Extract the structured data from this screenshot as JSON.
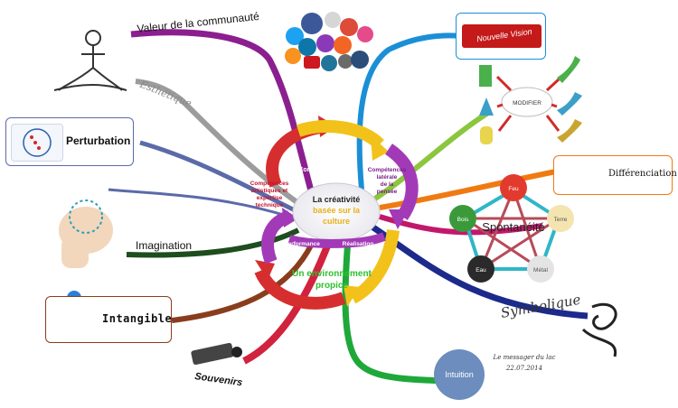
{
  "center": {
    "title_line1": "La créativité",
    "title_line2": "basée sur la",
    "title_line3": "culture",
    "inner_labels": {
      "connaissances": "Connaissances",
      "competences_artistiques": [
        "Compétences",
        "artistiques et",
        "expertise",
        "technique"
      ],
      "competences_laterale": [
        "Compétences",
        "latérale",
        "de la",
        "pensée"
      ],
      "performance": "Performance",
      "realisation": "Réalisation",
      "environnement": [
        "Un environnement",
        "propice"
      ]
    }
  },
  "branches": {
    "valeur": "Valeur de la communauté",
    "esthetique": "Esthétique",
    "perturbation": "Perturbation",
    "imagination": "Imagination",
    "intangible": "Intangible",
    "souvenirs": "Souvenirs",
    "intuition": "Intuition",
    "symbolique": "Symbolique",
    "spontaneite": "Spontanéité",
    "differenciation": "Différenciation",
    "nouvelle_vision": "Nouvelle Vision",
    "modifier": "MODIFIER"
  },
  "elements": [
    "Feu",
    "Terre",
    "Métal",
    "Eau",
    "Bois"
  ],
  "signature": {
    "line1": "Le messager du lac",
    "line2": "22.07.2014"
  },
  "colors": {
    "purple": "#8b1f8f",
    "gray": "#9c9c9c",
    "slate": "#5b6aa8",
    "darkgreen": "#1e4d1e",
    "brown": "#8a3d1c",
    "red": "#d1223e",
    "green": "#1fa83a",
    "navy": "#1c2a8c",
    "magenta": "#c2186b",
    "orange": "#f07a12",
    "lime": "#8cc63f",
    "blue": "#1b8fd6"
  }
}
